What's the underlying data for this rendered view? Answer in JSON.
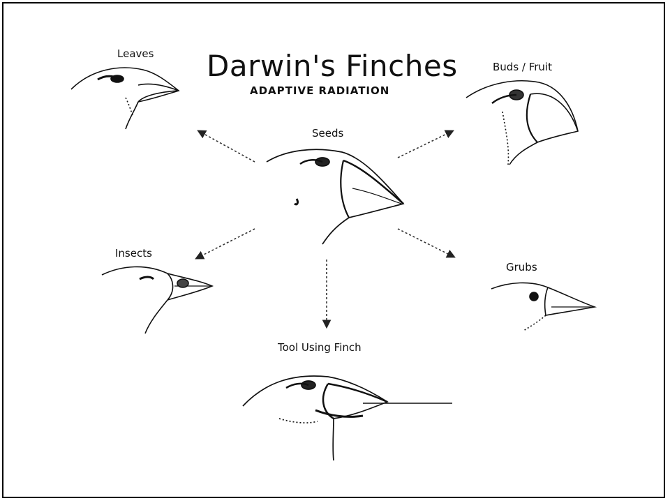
{
  "title": "Darwin's Finches",
  "subtitle": "ADAPTIVE RADIATION",
  "labels": {
    "leaves": "Leaves",
    "buds_fruit": "Buds / Fruit",
    "seeds": "Seeds",
    "insects": "Insects",
    "grubs": "Grubs",
    "tool_using": "Tool Using Finch"
  }
}
